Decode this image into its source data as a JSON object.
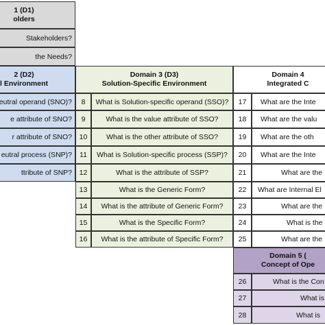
{
  "colors": {
    "domain1": "#d9d9d9",
    "domain2": "#cfdcf0",
    "domain3": "#ebf1de",
    "domain4": "#ffffff",
    "domain5_header": "#b2a2c7",
    "domain5_rows": "#ded6e8"
  },
  "d1": {
    "title_line1": "1 (D1)",
    "title_line2": "olders",
    "rows": [
      "Stakeholders?",
      "the Needs?"
    ]
  },
  "d2": {
    "title_line1": "2 (D2)",
    "title_line2": "l Environment",
    "rows": [
      "eutral operand (SNO)?",
      "e attribute of SNO?",
      "r attribute of SNO?",
      "eutral process (SNP)?",
      "ttribute of SNP?"
    ]
  },
  "d3": {
    "title_line1": "Domain 3 (D3)",
    "title_line2": "Solution-Specific Environment",
    "rows": [
      {
        "num": "8",
        "text": "What is Solution-specific operand (SSO)?"
      },
      {
        "num": "9",
        "text": "What is the value attribute of SSO?"
      },
      {
        "num": "10",
        "text": "What is the other attribute of SSO?"
      },
      {
        "num": "11",
        "text": "What is Solution-specific process (SSP)?"
      },
      {
        "num": "12",
        "text": "What is the attribute of SSP?"
      },
      {
        "num": "13",
        "text": "What is the Generic Form?"
      },
      {
        "num": "14",
        "text": "What is the attribute of Generic Form?"
      },
      {
        "num": "15",
        "text": "What is the Specific Form?"
      },
      {
        "num": "16",
        "text": "What is the attribute of Specific Form?"
      }
    ]
  },
  "d4": {
    "title_line1": "Domain 4",
    "title_line2": "Integrated C",
    "rows": [
      {
        "num": "17",
        "text": "What are the Inte"
      },
      {
        "num": "18",
        "text": "What are the valu"
      },
      {
        "num": "19",
        "text": "What are the oth"
      },
      {
        "num": "20",
        "text": "What are the Inte"
      },
      {
        "num": "21",
        "text": "What are the"
      },
      {
        "num": "22",
        "text": "What are Internal El"
      },
      {
        "num": "23",
        "text": "What are the"
      },
      {
        "num": "24",
        "text": "What is the"
      },
      {
        "num": "25",
        "text": "What are the"
      }
    ]
  },
  "d5": {
    "title_line1": "Domain 5 (",
    "title_line2": "Concept of Ope",
    "rows": [
      {
        "num": "26",
        "text": "What is the Con"
      },
      {
        "num": "27",
        "text": "What is"
      },
      {
        "num": "28",
        "text": "What is"
      }
    ]
  }
}
